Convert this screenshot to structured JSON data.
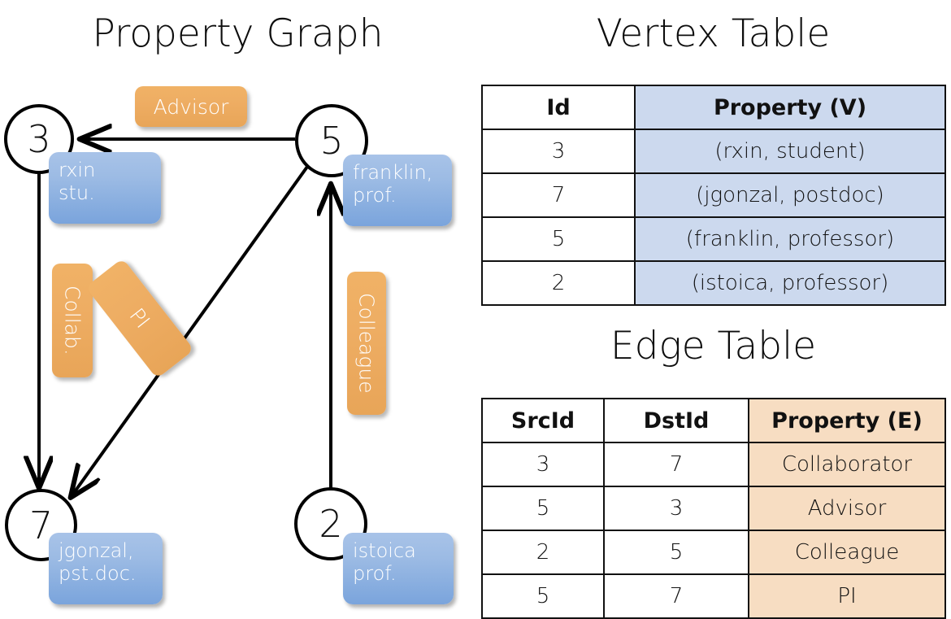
{
  "titles": {
    "property_graph": "Property Graph",
    "vertex_table": "Vertex Table",
    "edge_table": "Edge Table"
  },
  "graph": {
    "nodes": [
      {
        "id": "3",
        "property_label": "rxin\nstu."
      },
      {
        "id": "5",
        "property_label": "franklin,\nprof."
      },
      {
        "id": "7",
        "property_label": "jgonzal,\npst.doc."
      },
      {
        "id": "2",
        "property_label": "istoica\nprof."
      }
    ],
    "node_3_id": "3",
    "node_5_id": "5",
    "node_7_id": "7",
    "node_2_id": "2",
    "prop_3_line1": "rxin",
    "prop_3_line2": "stu.",
    "prop_5_line1": "franklin,",
    "prop_5_line2": "prof.",
    "prop_7_line1": "jgonzal,",
    "prop_7_line2": "pst.doc.",
    "prop_2_line1": "istoica",
    "prop_2_line2": "prof.",
    "edge_labels": {
      "advisor": "Advisor",
      "collab": "Collab.",
      "pi": "PI",
      "colleague": "Colleague"
    },
    "edges": [
      {
        "from": "5",
        "to": "3",
        "label": "Advisor"
      },
      {
        "from": "3",
        "to": "7",
        "label": "Collab."
      },
      {
        "from": "5",
        "to": "7",
        "label": "PI"
      },
      {
        "from": "2",
        "to": "5",
        "label": "Colleague"
      }
    ],
    "colors": {
      "vertex_property_box": "#9cbbe4",
      "edge_label_box": "#eead63",
      "node_stroke": "#000000",
      "edge_stroke": "#000000"
    }
  },
  "vertex_table": {
    "headers": [
      "Id",
      "Property (V)"
    ],
    "rows": [
      {
        "id": "3",
        "property": "(rxin, student)"
      },
      {
        "id": "7",
        "property": "(jgonzal, postdoc)"
      },
      {
        "id": "5",
        "property": "(franklin, professor)"
      },
      {
        "id": "2",
        "property": "(istoica, professor)"
      }
    ],
    "header_fill": "#ccd9ee"
  },
  "edge_table": {
    "headers": [
      "SrcId",
      "DstId",
      "Property (E)"
    ],
    "rows": [
      {
        "src": "3",
        "dst": "7",
        "property": "Collaborator"
      },
      {
        "src": "5",
        "dst": "3",
        "property": "Advisor"
      },
      {
        "src": "2",
        "dst": "5",
        "property": "Colleague"
      },
      {
        "src": "5",
        "dst": "7",
        "property": "PI"
      }
    ],
    "header_fill": "#f7ddc2"
  }
}
